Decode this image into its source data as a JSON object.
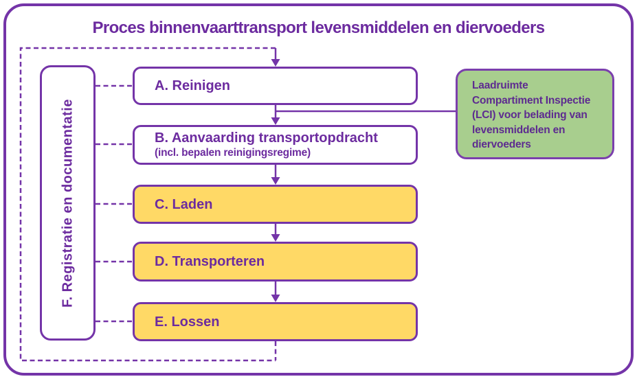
{
  "title": "Proces binnenvaarttransport levensmiddelen en diervoeders",
  "sidebar_box": {
    "label": "F. Registratie en documentatie"
  },
  "process_boxes": [
    {
      "id": "A",
      "label": "A. Reinigen",
      "filled": false
    },
    {
      "id": "B",
      "label": "B. Aanvaarding transportopdracht",
      "sublabel": "(incl. bepalen reinigingsregime)",
      "filled": false
    },
    {
      "id": "C",
      "label": "C. Laden",
      "filled": true
    },
    {
      "id": "D",
      "label": "D. Transporteren",
      "filled": true
    },
    {
      "id": "E",
      "label": "E. Lossen",
      "filled": true
    }
  ],
  "note_box": {
    "lines": [
      "Laadruimte",
      "Compartiment Inspectie",
      "(LCI) voor belading van",
      "levensmiddelen en",
      "diervoeders"
    ]
  },
  "colors": {
    "purple_line": "#7434A8",
    "purple_text": "#6C2B9F",
    "note_text": "#5D2B90",
    "yellow_fill": "#FFD966",
    "green_fill": "#A8CE8E",
    "background": "#FFFFFF"
  }
}
